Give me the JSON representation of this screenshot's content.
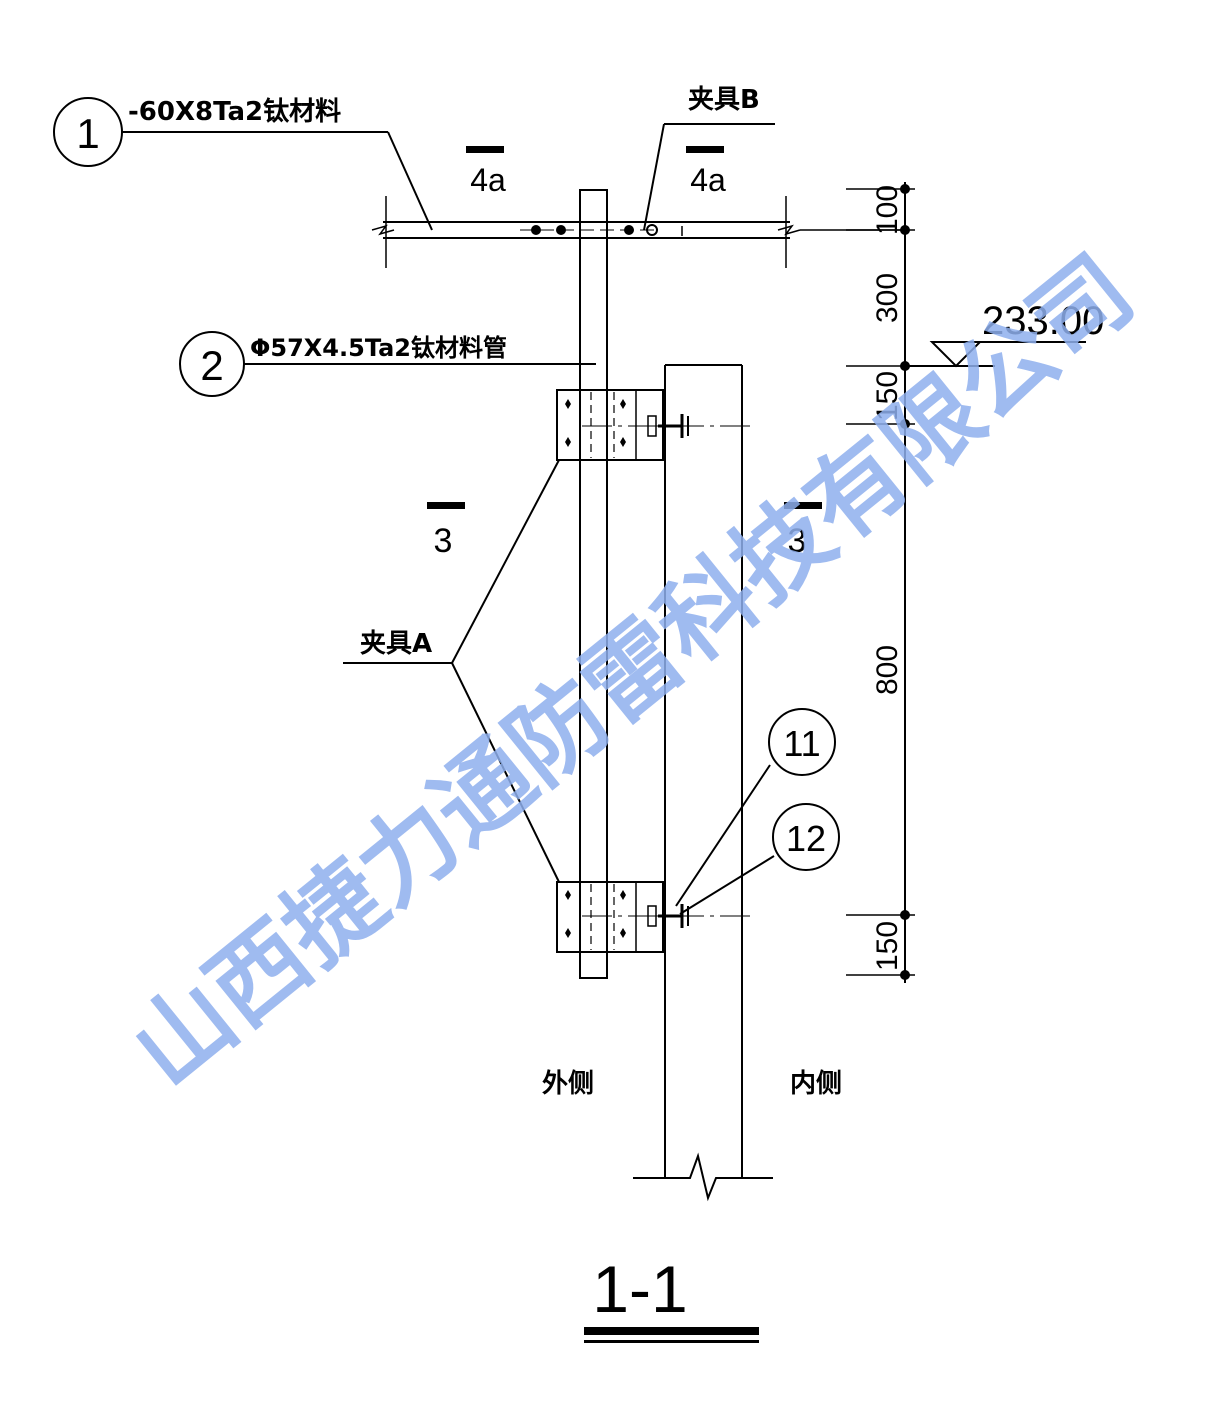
{
  "callouts": [
    {
      "number": "1",
      "text": "-60X8Ta2钛材料"
    },
    {
      "number": "2",
      "text": "Φ57X4.5Ta2钛材料管"
    },
    {
      "number": "11",
      "text": ""
    },
    {
      "number": "12",
      "text": ""
    }
  ],
  "labels": {
    "clamp_b": "夹具B",
    "clamp_a": "夹具A",
    "outer_side": "外侧",
    "inner_side": "内侧"
  },
  "section_marks": {
    "section_4a": "4a",
    "section_3": "3"
  },
  "dimensions": {
    "d100": "100",
    "d300": "300",
    "d150_top": "150",
    "d800": "800",
    "d150_bottom": "150"
  },
  "elevation": "233.00",
  "view_title": "1-1",
  "watermark": "山西捷力通防雷科技有限公司",
  "colors": {
    "line": "#000000",
    "watermark": "#8fb0ee"
  }
}
